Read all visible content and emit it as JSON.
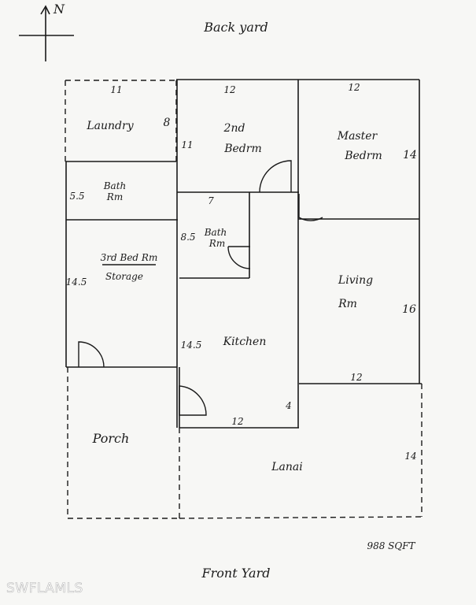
{
  "compass": {
    "label": "N"
  },
  "yards": {
    "back": "Back yard",
    "front": "Front Yard"
  },
  "rooms": {
    "laundry": "Laundry",
    "second_bedroom": [
      "2nd",
      "Bedrm"
    ],
    "master_bedroom": [
      "Master",
      "Bedrm"
    ],
    "bath_rm_1": [
      "Bath",
      "Rm"
    ],
    "bath_rm_2": [
      "Bath",
      "Rm"
    ],
    "third_bedroom": [
      "3rd Bed Rm",
      "Storage"
    ],
    "living_rm": [
      "Living",
      "Rm"
    ],
    "kitchen": "Kitchen",
    "porch": "Porch",
    "lanai": "Lanai"
  },
  "dimensions": {
    "laundry_width": "11",
    "laundry_depth": "8",
    "second_bed_width": "12",
    "second_bed_depth": "11",
    "master_width": "12",
    "master_depth": "14",
    "bath1_depth": "5.5",
    "bath2_width": "7",
    "bath2_depth": "8.5",
    "third_bed_depth": "14.5",
    "living_depth": "16",
    "living_width": "12",
    "kitchen_depth": "14.5",
    "kitchen_width": "12",
    "kitchen_short": "4",
    "lanai_depth": "14"
  },
  "total_area": "988 SQFT",
  "watermark": "SWFLAMLS"
}
